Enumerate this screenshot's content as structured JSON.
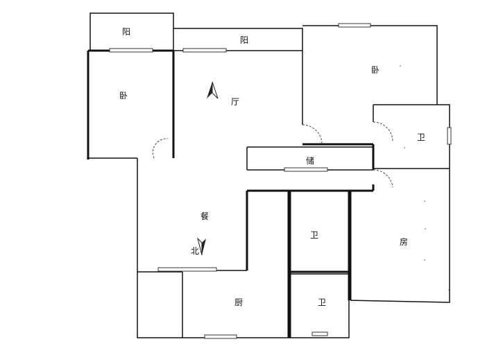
{
  "rooms": {
    "balcony_left": "阳",
    "balcony_top": "阳",
    "bedroom_left": "卧",
    "bedroom_right": "卧",
    "living": "厅",
    "bath_top_right": "卫",
    "storage": "储",
    "dining": "餐",
    "bath_middle": "卫",
    "room_right": "房",
    "kitchen": "厨",
    "bath_bottom": "卫"
  },
  "compass": {
    "north_label": "北"
  }
}
